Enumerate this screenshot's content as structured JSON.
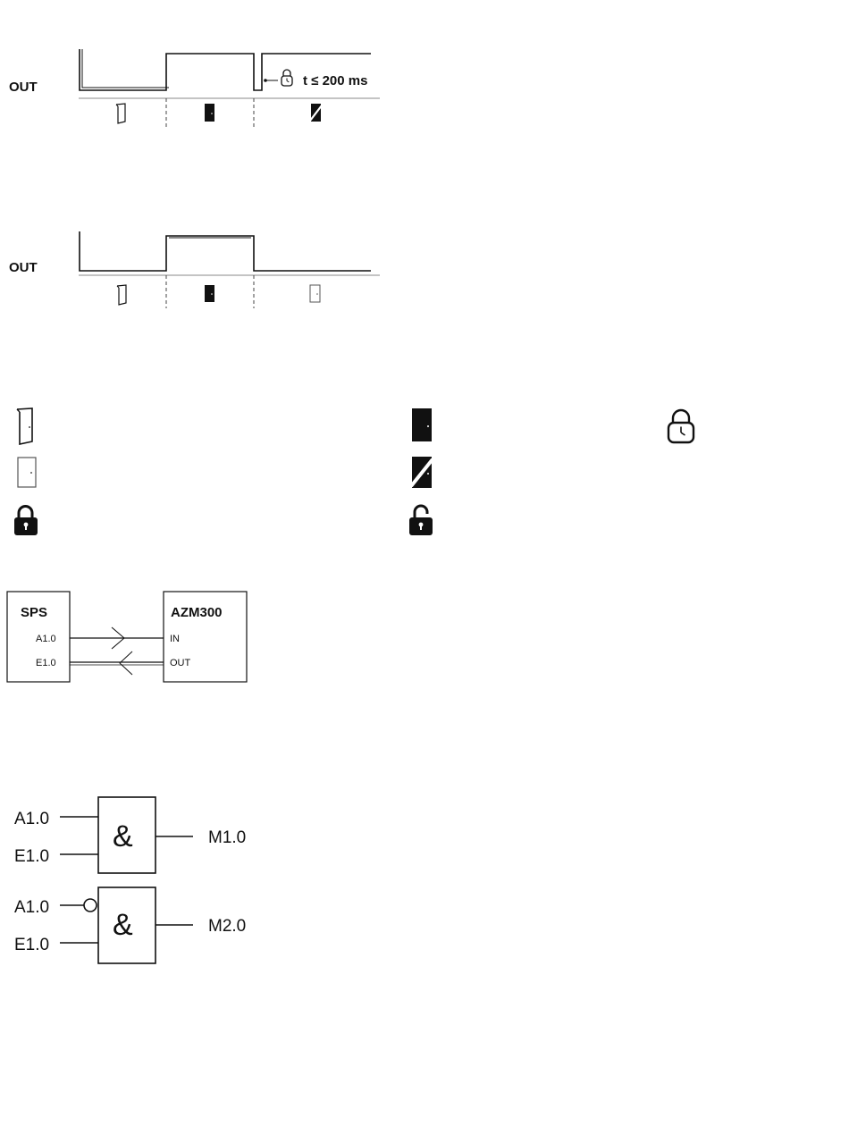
{
  "timing_diagram_1": {
    "signal_label": "OUT",
    "timing_note": "t ≤ 200 ms",
    "phases": [
      "door-open-icon",
      "door-closed-icon",
      "door-closed-locked-icon"
    ]
  },
  "timing_diagram_2": {
    "signal_label": "OUT",
    "phases": [
      "door-open-icon",
      "door-closed-icon",
      "door-outline-icon"
    ]
  },
  "legend": {
    "icons": [
      "door-open-icon",
      "door-closed-icon",
      "lock-timer-icon",
      "door-outline-icon",
      "door-locked-diagonal-icon",
      "padlock-closed-icon",
      "padlock-open-icon"
    ]
  },
  "wiring": {
    "left_box_title": "SPS",
    "right_box_title": "AZM300",
    "left_pins": [
      "A1.0",
      "E1.0"
    ],
    "right_pins": [
      "IN",
      "OUT"
    ]
  },
  "logic": {
    "gate1": {
      "operator": "&",
      "inputs": [
        "A1.0",
        "E1.0"
      ],
      "output": "M1.0",
      "inverted_input": false
    },
    "gate2": {
      "operator": "&",
      "inputs": [
        "A1.0",
        "E1.0"
      ],
      "output": "M2.0",
      "inverted_input": true
    }
  },
  "colors": {
    "line": "#111111",
    "divider": "#444444"
  }
}
